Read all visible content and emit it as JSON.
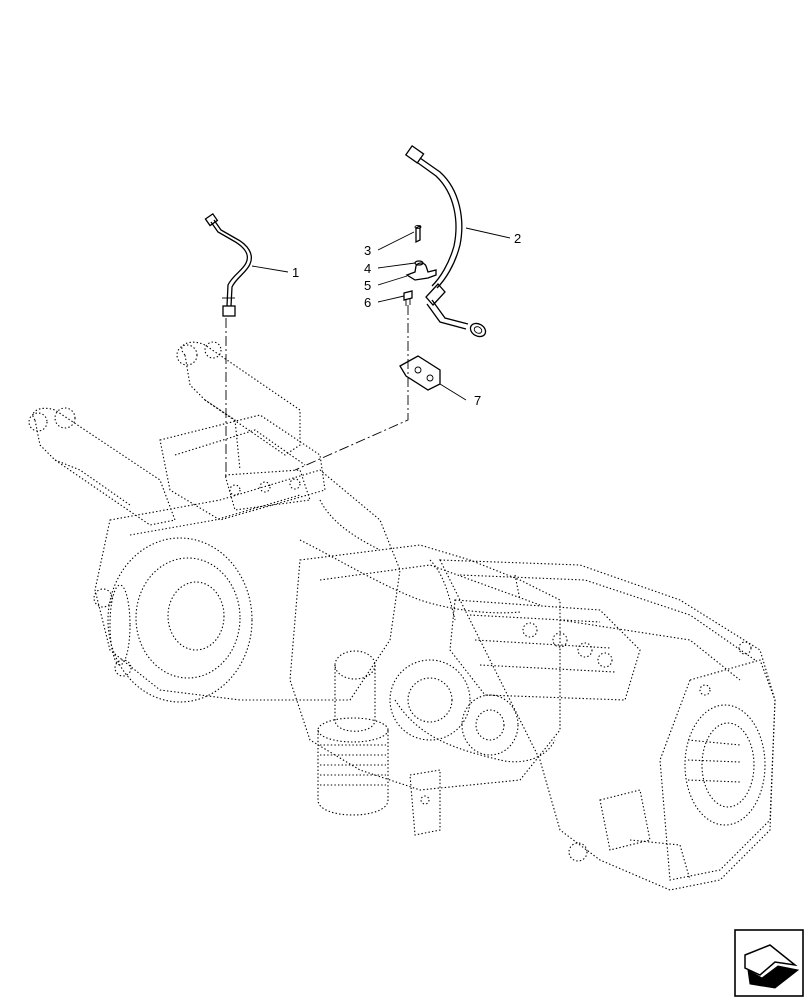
{
  "callouts": [
    {
      "id": "1",
      "label": "1"
    },
    {
      "id": "2",
      "label": "2"
    },
    {
      "id": "3",
      "label": "3"
    },
    {
      "id": "4",
      "label": "4"
    },
    {
      "id": "5",
      "label": "5"
    },
    {
      "id": "6",
      "label": "6"
    },
    {
      "id": "7",
      "label": "7"
    }
  ],
  "parts": {
    "p1": "pipe-1",
    "p2": "pipe-2",
    "p3": "small-screw",
    "p4": "washer",
    "p5": "clamp",
    "p6": "bolt",
    "p7": "bracket-plate"
  },
  "nav_icon": "return-arrow-icon"
}
